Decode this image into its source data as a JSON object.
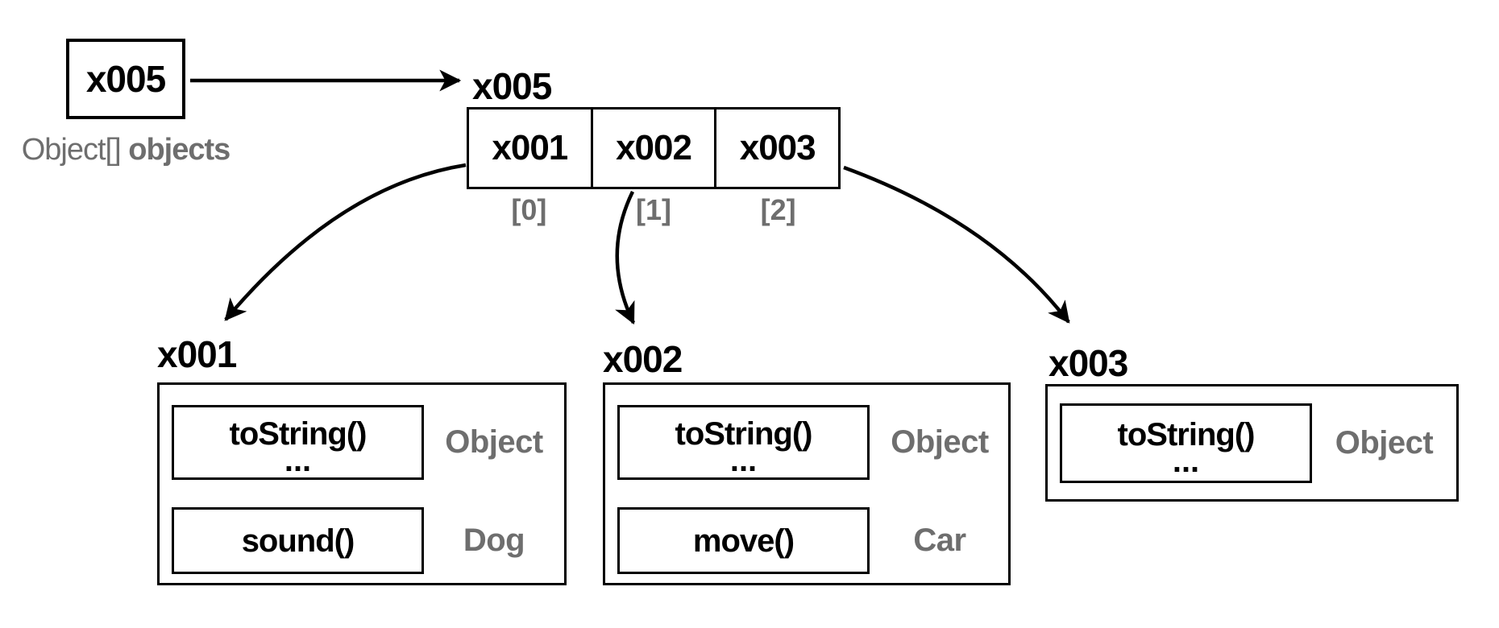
{
  "colors": {
    "background": "#ffffff",
    "ink": "#000000",
    "muted_gray": "#6e6e6e"
  },
  "stack": {
    "variable": {
      "name": "x005",
      "declaration_type": "Object[]",
      "declaration_name": "objects"
    }
  },
  "array": {
    "address_label": "x005",
    "cells": [
      {
        "value": "x001",
        "index_label": "[0]"
      },
      {
        "value": "x002",
        "index_label": "[1]"
      },
      {
        "value": "x003",
        "index_label": "[2]"
      }
    ]
  },
  "objects": [
    {
      "address_label": "x001",
      "sections": [
        {
          "methods": [
            "toString()",
            "..."
          ],
          "class_name": "Object"
        },
        {
          "methods": [
            "sound()"
          ],
          "class_name": "Dog"
        }
      ]
    },
    {
      "address_label": "x002",
      "sections": [
        {
          "methods": [
            "toString()",
            "..."
          ],
          "class_name": "Object"
        },
        {
          "methods": [
            "move()"
          ],
          "class_name": "Car"
        }
      ]
    },
    {
      "address_label": "x003",
      "sections": [
        {
          "methods": [
            "toString()",
            "..."
          ],
          "class_name": "Object"
        }
      ]
    }
  ]
}
